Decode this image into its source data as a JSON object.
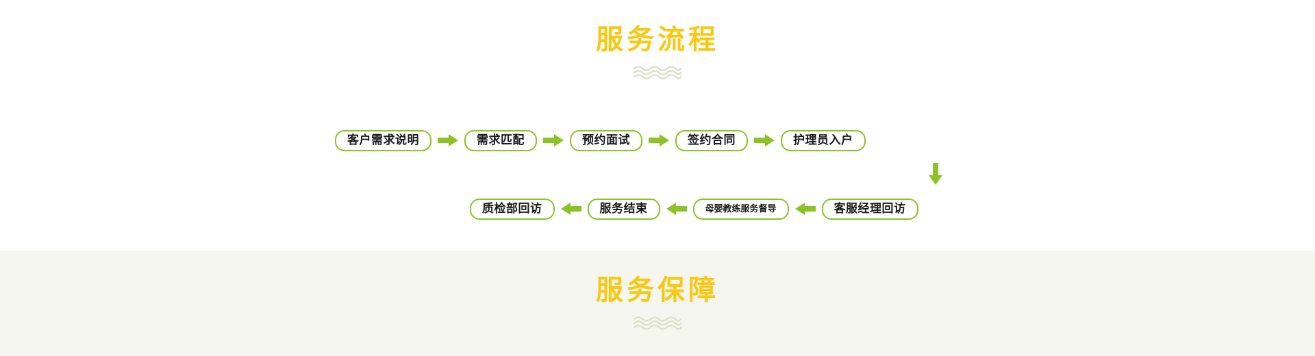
{
  "sections": {
    "flow": {
      "title": "服务流程",
      "wave_icon": "wave-divider-icon",
      "background_color": "#ffffff",
      "title_color": "#f8c813",
      "accent_color": "#8bc226",
      "wave_color": "#d9dec4",
      "diagram": {
        "row1": {
          "direction": "left-to-right",
          "arrow_icon": "arrow-right-icon",
          "steps": [
            {
              "label": "客户需求说明",
              "size": "normal"
            },
            {
              "label": "需求匹配",
              "size": "normal"
            },
            {
              "label": "预约面试",
              "size": "normal"
            },
            {
              "label": "签约合同",
              "size": "normal"
            },
            {
              "label": "护理员入户",
              "size": "normal"
            }
          ]
        },
        "connector": {
          "arrow_icon": "arrow-down-icon",
          "direction": "down"
        },
        "row2": {
          "direction": "right-to-left",
          "arrow_icon": "arrow-left-icon",
          "steps": [
            {
              "label": "质检部回访",
              "size": "normal"
            },
            {
              "label": "服务结束",
              "size": "normal"
            },
            {
              "label": "母婴教练服务督导",
              "size": "small"
            },
            {
              "label": "客服经理回访",
              "size": "normal"
            }
          ]
        }
      }
    },
    "guarantee": {
      "title": "服务保障",
      "wave_icon": "wave-divider-icon",
      "background_color": "#f6f6f0",
      "title_color": "#f8c813",
      "wave_color": "#d9dec4"
    }
  }
}
